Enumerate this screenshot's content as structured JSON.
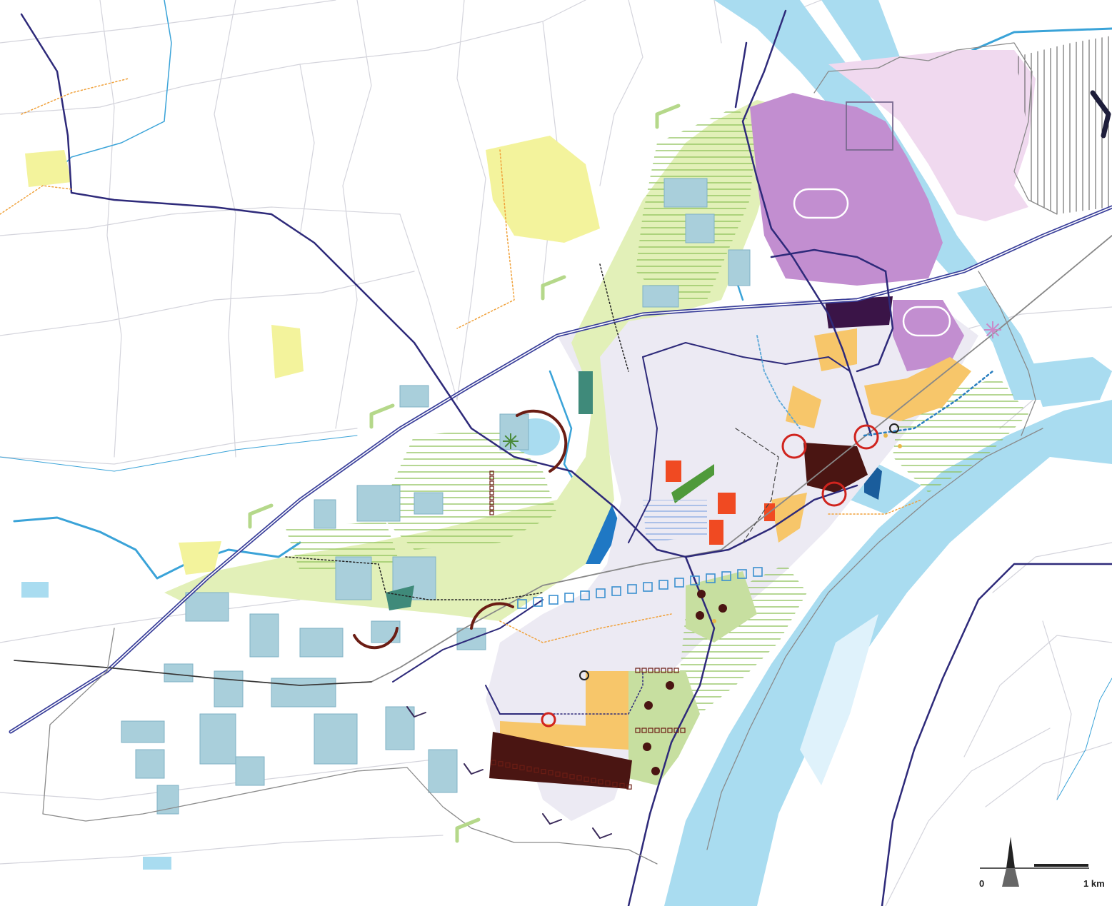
{
  "map": {
    "type": "urban structure plan",
    "colors": {
      "water": "#a9dcf0",
      "river_line": "#3aa3d8",
      "main_road": "#2e2a7a",
      "highway": "#3a3f9a",
      "rail": "#888888",
      "built_area": "#eceaf3",
      "industrial": "#a9cfdb",
      "industrial_edge": "#7fb2c4",
      "green_light": "#e2f0b8",
      "green_hatch": "#8fc15a",
      "green_dark": "#4f9a3a",
      "agri_yellow": "#f3f39c",
      "port_purple": "#c28ed0",
      "port_light": "#f0d9ef",
      "orange_zone": "#f7c66a",
      "red_block": "#f04a22",
      "dark_brown": "#4a1512",
      "dark_purple": "#3a1447",
      "dark_blue": "#1f78c4",
      "circle_red": "#d0241e",
      "arc_brown": "#6b1d14",
      "orange_path": "#f0a13a",
      "parcel_line": "#d4d4dc"
    }
  },
  "scale": {
    "start_label": "0",
    "end_label": "1 km"
  }
}
